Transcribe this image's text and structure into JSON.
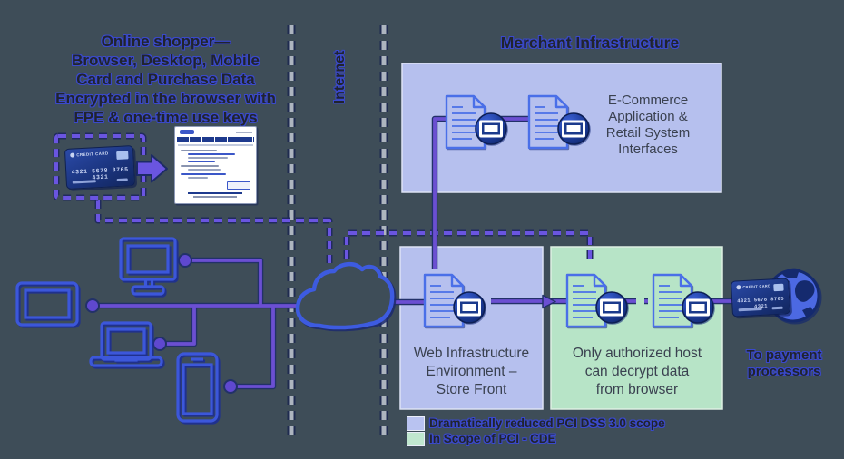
{
  "shopper": {
    "title_lines": [
      "Online shopper—",
      "Browser, Desktop, Mobile",
      "Card and Purchase Data",
      "Encrypted in the browser with",
      "FPE & one-time use keys"
    ]
  },
  "internet": {
    "label": "Internet"
  },
  "merchant": {
    "title": "Merchant Infrastructure",
    "ecommerce_box": {
      "lines": [
        "E-Commerce",
        "Application &",
        "Retail System",
        "Interfaces"
      ]
    },
    "web_box": {
      "lines": [
        "Web Infrastructure",
        "Environment –",
        "Store Front"
      ]
    },
    "authorized_box": {
      "lines": [
        "Only authorized host",
        "can decrypt data",
        "from browser"
      ]
    }
  },
  "payment": {
    "lines": [
      "To payment",
      "processors"
    ]
  },
  "legend": {
    "items": [
      {
        "label": "Dramatically reduced PCI DSS 3.0 scope",
        "swatch_color": "#b9c3f1"
      },
      {
        "label": "In Scope of PCI - CDE",
        "swatch_color": "#c0e7cf"
      }
    ]
  },
  "credit_card": {
    "brand": "CREDIT CARD",
    "number": "4321 5678 8765 4321"
  },
  "colors": {
    "background": "#3e4d58",
    "reduced_scope_box": "#b6c0ee",
    "in_scope_box": "#b7e4c7",
    "connector_purple": "#6b4fd2",
    "dashed_purple": "#6a55e0",
    "device_blue": "#3c57da",
    "doc_outline_blue": "#4a6fe8"
  }
}
